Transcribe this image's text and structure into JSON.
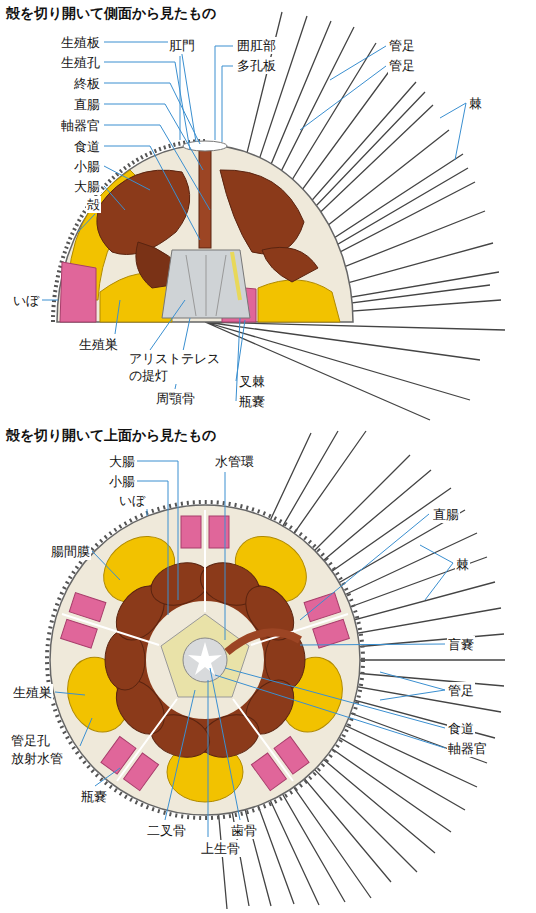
{
  "diagram": {
    "labels": [
      "殻を切り開いて側面から見たもの",
      "生殖板",
      "生殖孔",
      "終板",
      "直腸",
      "軸器官",
      "食道",
      "小腸",
      "大腸",
      "殻",
      "肛門",
      "囲肛部",
      "多孔板",
      "管足",
      "管足",
      "棘",
      "いぼ",
      "生殖巣",
      "アリストテレス の提灯",
      "周顎骨",
      "叉棘",
      "瓶嚢",
      "殻を切り開いて上面から見たもの",
      "大腸",
      "小腸",
      "いぼ",
      "腸間膜",
      "生殖巣",
      "管足孔",
      "放射水管",
      "瓶嚢",
      "二叉骨",
      "歯骨",
      "上生骨",
      "水管環",
      "直腸",
      "棘",
      "盲嚢",
      "管足",
      "食道",
      "軸器官"
    ]
  }
}
